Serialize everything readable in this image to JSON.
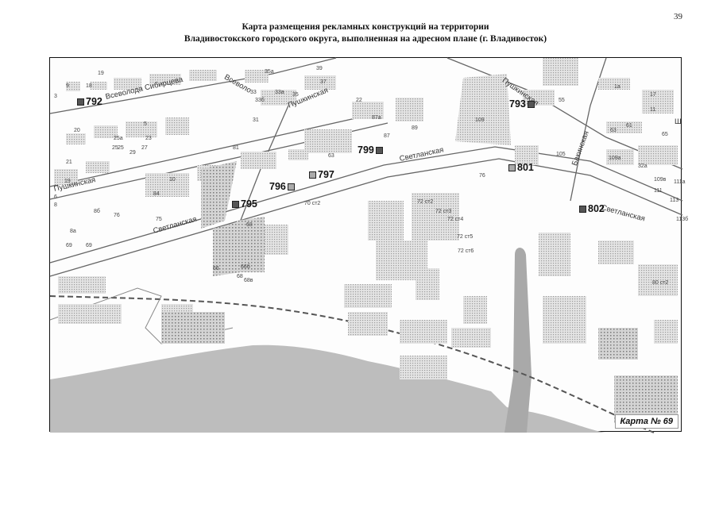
{
  "page_number": "39",
  "header": {
    "line1": "Карта размещения рекламных конструкций на территории",
    "line2": "Владивостокского городского округа, выполненная на адресном плане (г. Владивосток)"
  },
  "map": {
    "badge": "Карта № 69",
    "markers": [
      {
        "id": "792"
      },
      {
        "id": "793"
      },
      {
        "id": "795"
      },
      {
        "id": "796"
      },
      {
        "id": "797"
      },
      {
        "id": "799"
      },
      {
        "id": "801"
      },
      {
        "id": "802"
      }
    ],
    "streets": {
      "s1": "Всеволода Сибирцева",
      "s2": "Пушкинская",
      "s3": "Пушкинская",
      "s4": "Пушкинская",
      "s5": "Светланская",
      "s6": "Светланская",
      "s7": "Светланская",
      "s8": "Всеволо",
      "s9": "Бакинская",
      "s10": "Ш"
    },
    "house_numbers": [
      "19",
      "9",
      "18",
      "3",
      "5",
      "20",
      "25",
      "27",
      "21",
      "19",
      "29",
      "23",
      "25а",
      "25",
      "8",
      "10",
      "6",
      "8б",
      "8а",
      "69",
      "69",
      "66",
      "68",
      "76",
      "84",
      "81",
      "75",
      "35а",
      "39",
      "37",
      "33",
      "33а",
      "33б",
      "35",
      "22",
      "31",
      "87а",
      "87",
      "89",
      "63",
      "109",
      "55",
      "1а",
      "17",
      "11",
      "63",
      "61",
      "65",
      "105",
      "109а",
      "32а",
      "109в",
      "111а",
      "111",
      "113",
      "113б",
      "76",
      "72 ст2",
      "72 ст3",
      "72 ст4",
      "72 ст5",
      "72 ст6",
      "70 ст2",
      "80 ст2",
      "68",
      "68в",
      "66б"
    ]
  }
}
